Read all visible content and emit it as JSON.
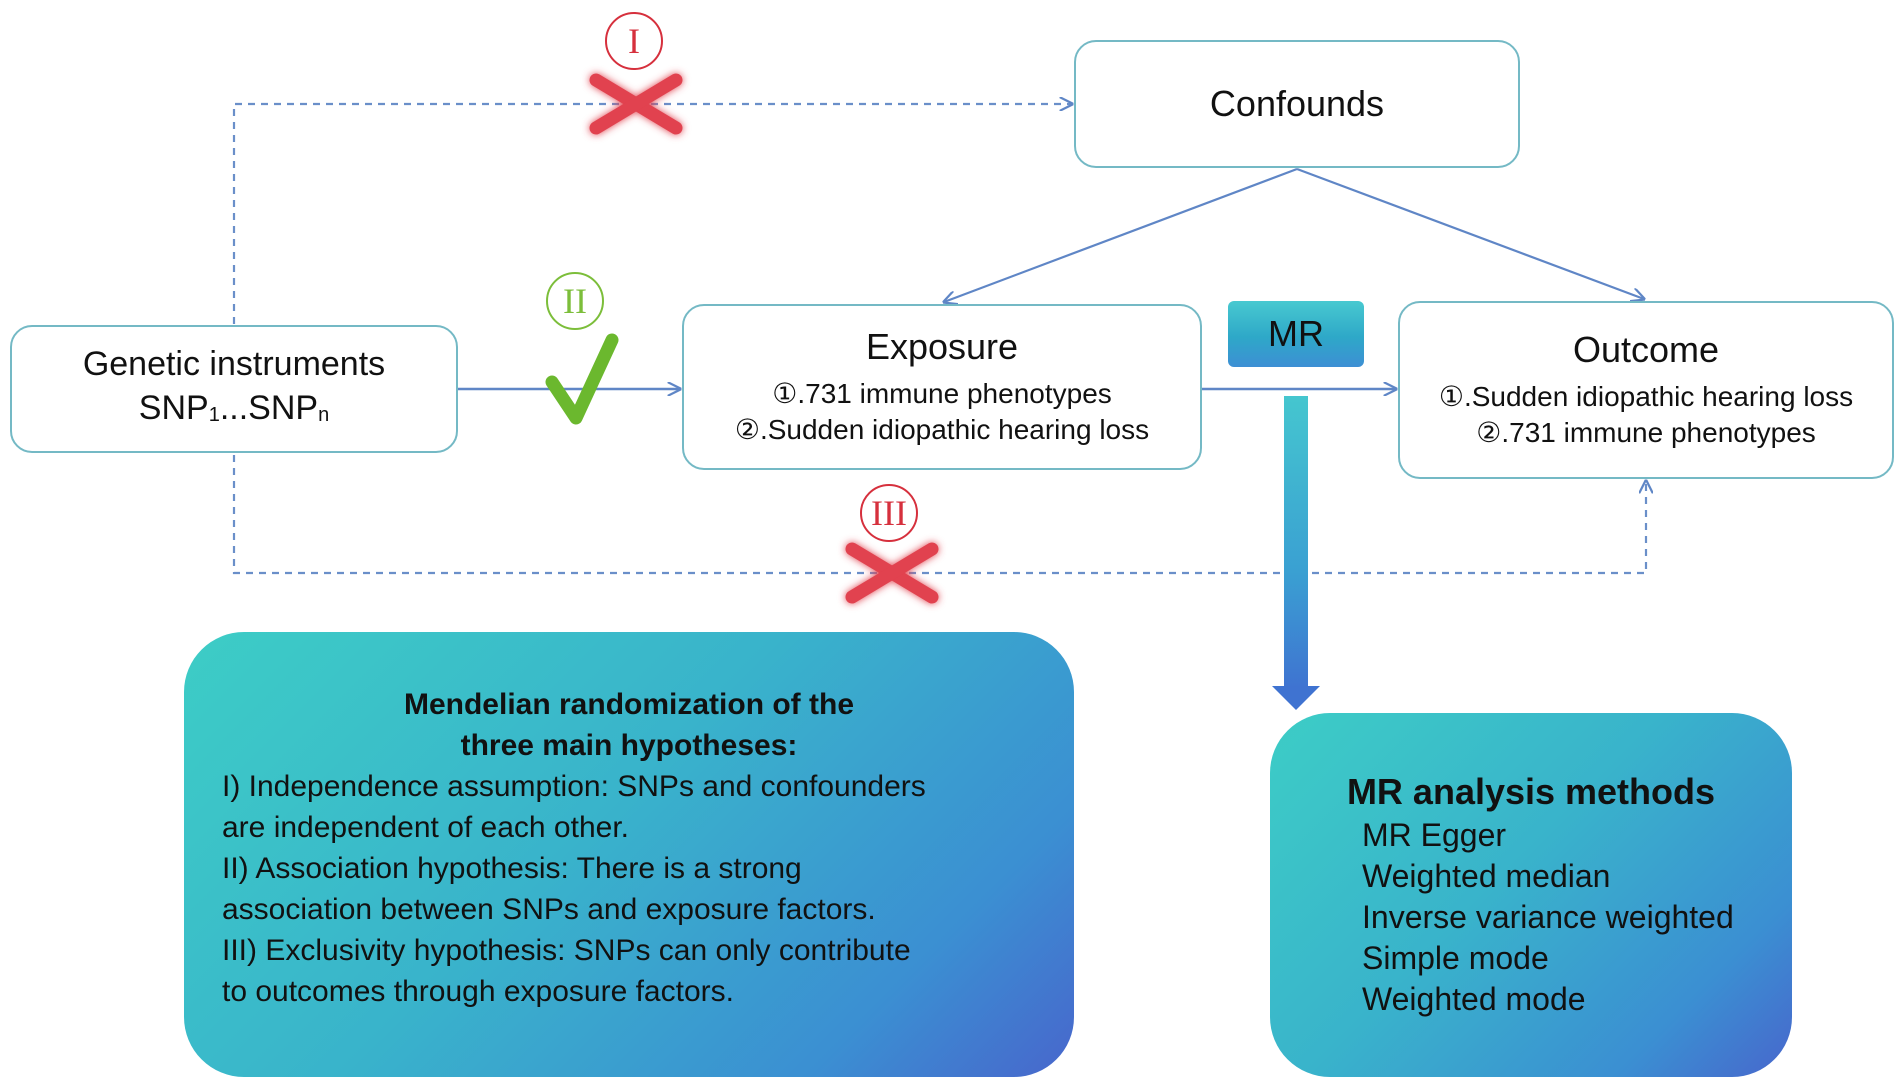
{
  "nodes": {
    "confounds": "Confounds",
    "genetic": {
      "line1": "Genetic instruments",
      "snp_prefix": "SNP",
      "snp_sub1": "1",
      "snp_mid": "...SNP",
      "snp_sub2": "n"
    },
    "exposure": {
      "title": "Exposure",
      "items": [
        "①.731 immune phenotypes",
        "②.Sudden idiopathic hearing loss"
      ]
    },
    "outcome": {
      "title": "Outcome",
      "items": [
        "①.Sudden idiopathic hearing loss",
        "②.731 immune phenotypes"
      ]
    },
    "mr_label": "MR"
  },
  "badges": {
    "one": "I",
    "two": "II",
    "three": "III"
  },
  "markers": {
    "one": "cross-mark-icon",
    "two": "check-mark-icon",
    "three": "cross-mark-icon"
  },
  "hypotheses_panel": {
    "heading": [
      "Mendelian randomization of the",
      "three main hypotheses:"
    ],
    "lines": [
      "I) Independence assumption: SNPs and confounders",
      "are independent of each other.",
      "II) Association hypothesis: There is a strong",
      "association between SNPs and exposure factors.",
      "III) Exclusivity hypothesis: SNPs can only contribute",
      "to outcomes through exposure factors."
    ]
  },
  "methods_panel": {
    "heading": "MR analysis methods",
    "methods": [
      "MR Egger",
      "Weighted median",
      "Inverse variance weighted",
      "Simple mode",
      "Weighted mode"
    ]
  },
  "colors": {
    "node_border": "#74b9c5",
    "solid_link": "#5f86c6",
    "dashed_link": "#6a8fc9",
    "cross": "#e1424f",
    "check": "#6bb82e",
    "badge_red": "#d6303d",
    "badge_green": "#7cbe3a",
    "panel_gradient": [
      "#3dcdc6",
      "#39b3cb",
      "#3b8fd2",
      "#4866cc"
    ]
  }
}
